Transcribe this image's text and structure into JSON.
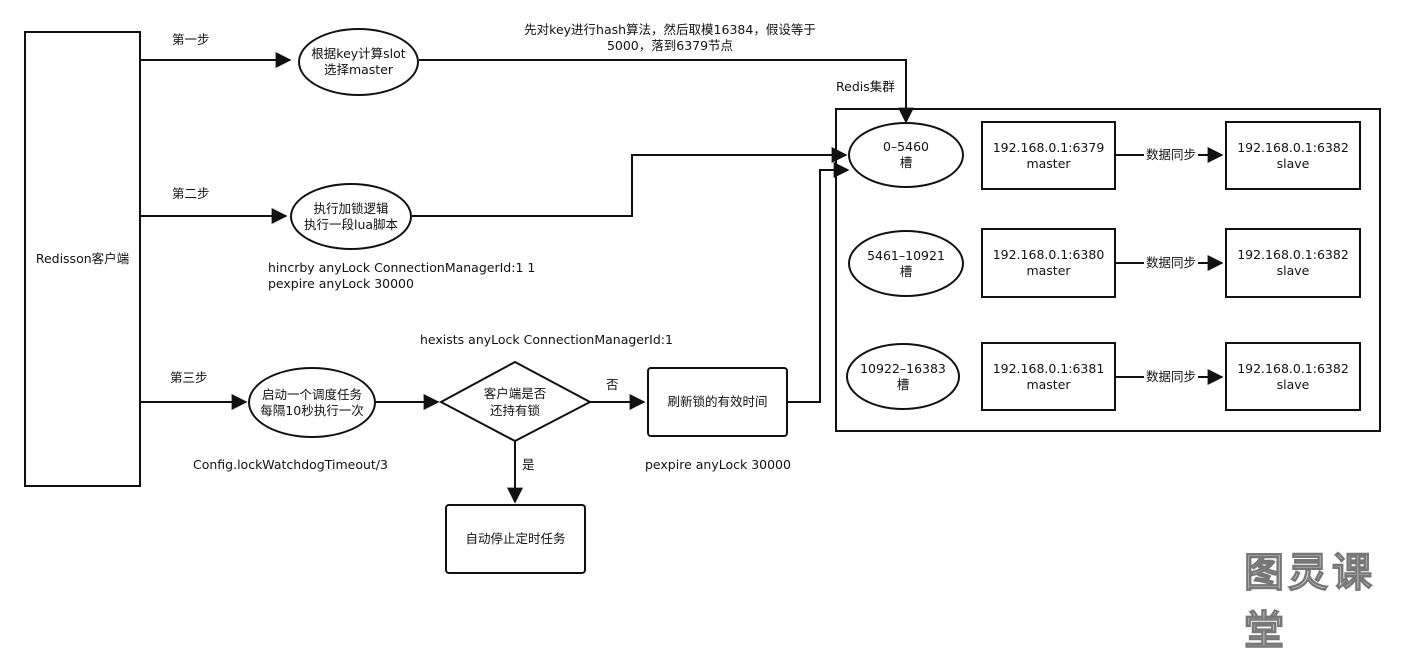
{
  "nodes": {
    "client": "Redisson客户端",
    "select_master": "根据key计算slot\n选择master",
    "lock_logic": "执行加锁逻辑\n执行一段lua脚本",
    "schedule_task": "启动一个调度任务\n每隔10秒执行一次",
    "decision": "客户端是否\n还持有锁",
    "refresh": "刷新锁的有效时间",
    "auto_stop": "自动停止定时任务"
  },
  "labels": {
    "step1": "第一步",
    "step2": "第二步",
    "step3": "第三步",
    "hash_note": "先对key进行hash算法，然后取模16384，假设等于\n5000，落到6379节点",
    "lua_cmd": "hincrby anyLock ConnectionManagerId:1 1\npexpire anyLock 30000",
    "hexists_cmd": "hexists anyLock ConnectionManagerId:1",
    "watchdog": "Config.lockWatchdogTimeout/3",
    "no": "否",
    "yes": "是",
    "pexpire_cmd": "pexpire anyLock 30000"
  },
  "cluster": {
    "title": "Redis集群",
    "rows": [
      {
        "slots": "0–5460\n槽",
        "master": "192.168.0.1:6379\nmaster",
        "sync": "数据同步",
        "slave": "192.168.0.1:6382\nslave"
      },
      {
        "slots": "5461–10921\n槽",
        "master": "192.168.0.1:6380\nmaster",
        "sync": "数据同步",
        "slave": "192.168.0.1:6382\nslave"
      },
      {
        "slots": "10922–16383\n槽",
        "master": "192.168.0.1:6381\nmaster",
        "sync": "数据同步",
        "slave": "192.168.0.1:6382\nslave"
      }
    ]
  },
  "watermark": "图灵课堂",
  "colors": {
    "stroke": "#111111",
    "background": "#ffffff"
  }
}
